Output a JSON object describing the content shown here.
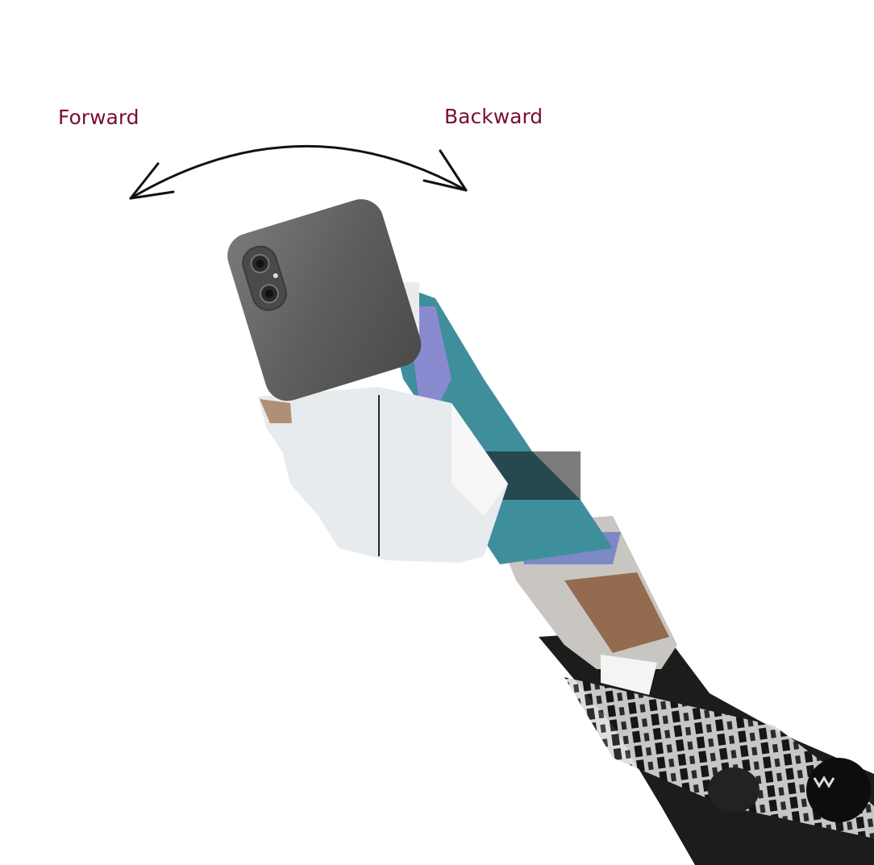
{
  "labels": {
    "forward": "Forward",
    "backward": "Backward"
  },
  "colors": {
    "label_text": "#7a0f2e",
    "arrow_stroke": "#111111",
    "phone_body": "#5f5f5f",
    "background": "#ffffff"
  },
  "icons": {
    "rotation_arrow": "double-headed-curved-arrow-icon",
    "phone": "smartphone-icon",
    "arm": "collage-arm-illustration"
  }
}
